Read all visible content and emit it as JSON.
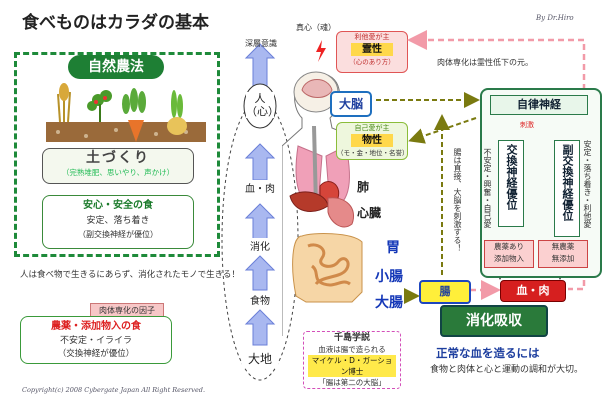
{
  "title": "食べものはカラダの基本",
  "author": "By Dr.Hiro",
  "copyright": "Copyright(c) 2008 Cybergate Japan All Right Reserved.",
  "natural_farming": {
    "title": "自然農法",
    "soil_title": "土づくり",
    "soil_sub": "（完熟堆肥、思いやり、声かけ）",
    "safe_title": "安心・安全の食",
    "safe_line": "安定、落ち着き",
    "safe_nerve": "（副交換神経が優位）"
  },
  "middle_text": "人は食べ物で生きるにあらず、消化されたモノで生きる！",
  "additives": {
    "header": "肉体専化の因子",
    "title": "農薬・添加物入の食",
    "line": "不安定・イライラ",
    "nerve": "（交換神経が優位）"
  },
  "column": {
    "top": "深層意識",
    "heart": "人\n（心）",
    "blood": "血・肉",
    "digest": "消化",
    "food": "食物",
    "earth": "大地"
  },
  "body": {
    "brain": "大脳",
    "lung": "肺",
    "heart": "心臓",
    "stomach": "胃",
    "small_intestine": "小腸",
    "large_intestine": "大腸"
  },
  "mind": {
    "top_label": "真心（魂）",
    "caption": "利他愛が主",
    "name": "霊性",
    "sub": "（心のあり方）"
  },
  "matter": {
    "caption": "自己愛が主",
    "name": "物性",
    "sub": "（モ・金・地位・名誉）"
  },
  "spirit_note": "肉体専化は霊性低下の元。",
  "intestine_note": "腸は直接、大脳を刺激する！",
  "autonomic": {
    "title": "自律神経",
    "stimulus": "刺激",
    "sympathetic": "交換神経優位",
    "parasympathetic": "副交換神経優位",
    "sympathetic_note": "不安定・興奮・自己愛",
    "parasympathetic_note": "安定・落ち着き・利他愛",
    "pesticide": "農薬あり\n添加物入",
    "no_pesticide": "無農薬\n無添加"
  },
  "pills": {
    "intestine": "腸",
    "blood": "血・肉",
    "digest": "消化吸収"
  },
  "chishima": {
    "title": "千島学説",
    "line1": "血液は腸で造られる",
    "line2": "マイケル・D・ガーション博士",
    "line3": "「腸は第二の大脳」"
  },
  "bottom": {
    "heading": "正常な血を造るには",
    "text": "食物と肉体と心と運動の調和が大切。"
  }
}
